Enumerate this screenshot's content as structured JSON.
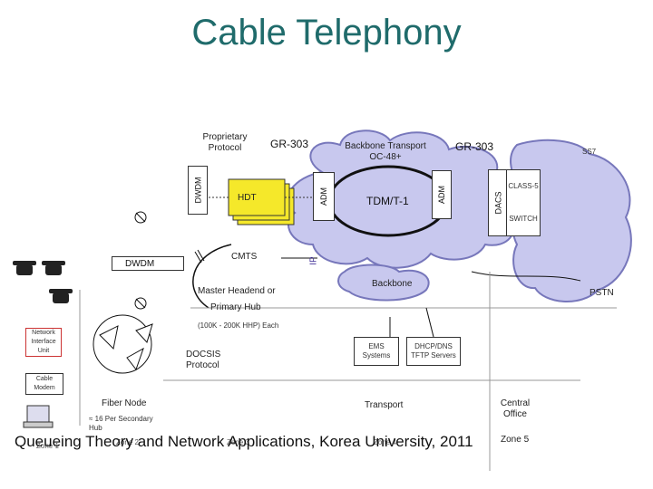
{
  "title": "Cable Telephony",
  "labels": {
    "proprietary": "Proprietary Protocol",
    "gr303_left": "GR-303",
    "backbone_transport": "Backbone Transport OC-48+",
    "gr303_right": "GR-303",
    "ss7": "SS7",
    "dwdm_vertical": "DWDM",
    "hdt": "HDT",
    "adm_left": "ADM",
    "tdm": "TDM/T-1",
    "adm_right": "ADM",
    "dacs": "DACS",
    "class5": "CLASS-5",
    "switch": "SWITCH",
    "cmts": "CMTS",
    "ip": "IP",
    "dwdm_box": "DWDM",
    "backbone": "Backbone",
    "pstn": "PSTN",
    "master_headend": "Master Headend or",
    "primary_hub": "Primary Hub",
    "hhp": "(100K - 200K HHP) Each",
    "nid": "Network Interface Unit",
    "ems": "EMS Systems",
    "dhcp": "DHCP/DNS TFTP Servers",
    "docsis": "DOCSIS Protocol",
    "cable_modem": "Cable Modem",
    "fiber_node": "Fiber Node",
    "secondary_hub": "≈ 16 Per Secondary Hub",
    "transport": "Transport",
    "central_office": "Central Office",
    "zone1": "Zone 1",
    "zone2": "Zone 2",
    "zone3": "Zone 3",
    "zone4": "Zone 4",
    "zone5": "Zone 5"
  },
  "footer": "Queueing Theory and Network Applications, Korea University, 2011",
  "colors": {
    "title": "#1f6b6b",
    "cloud_fill": "#c8c8ee",
    "cloud_stroke": "#7777bb",
    "hdt_fill": "#f5e82a"
  }
}
